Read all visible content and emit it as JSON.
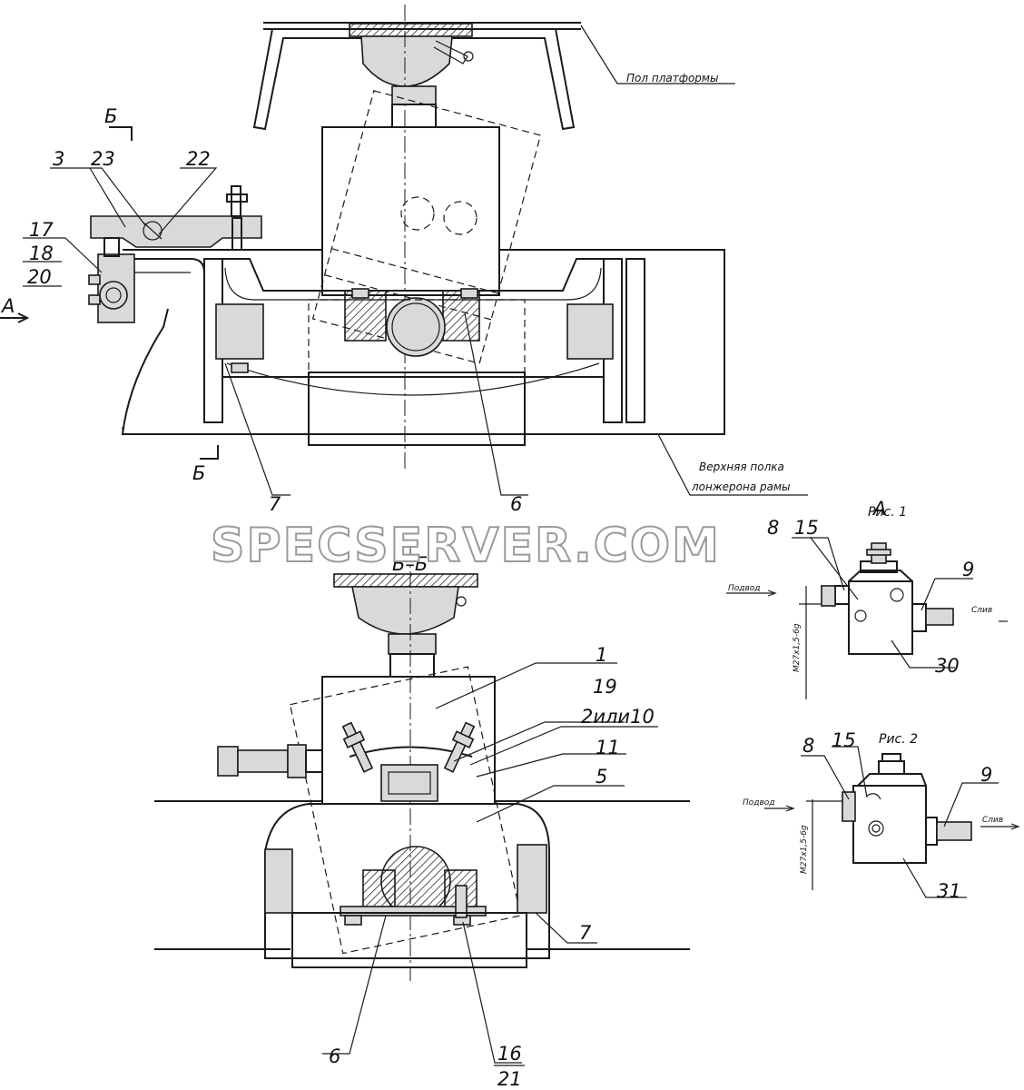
{
  "labels": {
    "platform_floor": "Пол платформы",
    "frame_flange_line1": "Верхняя полка",
    "frame_flange_line2": "лонжерона рамы",
    "view_a": "А",
    "fig1": "Рис. 1",
    "fig2": "Рис. 2",
    "section_bb": "Б–Б",
    "section_mark": "Б",
    "arrow_a": "А",
    "supply": "Подвод",
    "drain": "Слив",
    "thread": "М27х1,5-6g"
  },
  "callouts": {
    "c3": "3",
    "c23": "23",
    "c22": "22",
    "c17": "17",
    "c18": "18",
    "c20": "20",
    "c7a": "7",
    "c6a": "6",
    "c8a": "8",
    "c15a": "15",
    "c9a": "9",
    "c30": "30",
    "c1": "1",
    "c19": "19",
    "c2or10": "2или10",
    "c11": "11",
    "c5": "5",
    "c7b": "7",
    "c6b": "6",
    "c16": "16",
    "c21": "21",
    "c8b": "8",
    "c15b": "15",
    "c9b": "9",
    "c31": "31"
  },
  "watermark": "SPECSERVER.COM"
}
